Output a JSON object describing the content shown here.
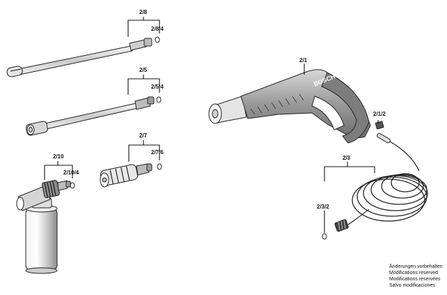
{
  "parts": {
    "p28": "2/8",
    "p284": "2/8/4",
    "p25": "2/5",
    "p254": "2/5/4",
    "p27": "2/7",
    "p276": "2/7/6",
    "p210": "2/10",
    "p2104": "2/10/4",
    "p21": "2/1",
    "p212": "2/1/2",
    "p23": "2/3",
    "p232": "2/3/2"
  },
  "brand": "BOSCH",
  "notes": [
    "Änderungen vorbehalten",
    "Modifications reserved",
    "Modifications reservées",
    "Salvo modificaciones"
  ]
}
